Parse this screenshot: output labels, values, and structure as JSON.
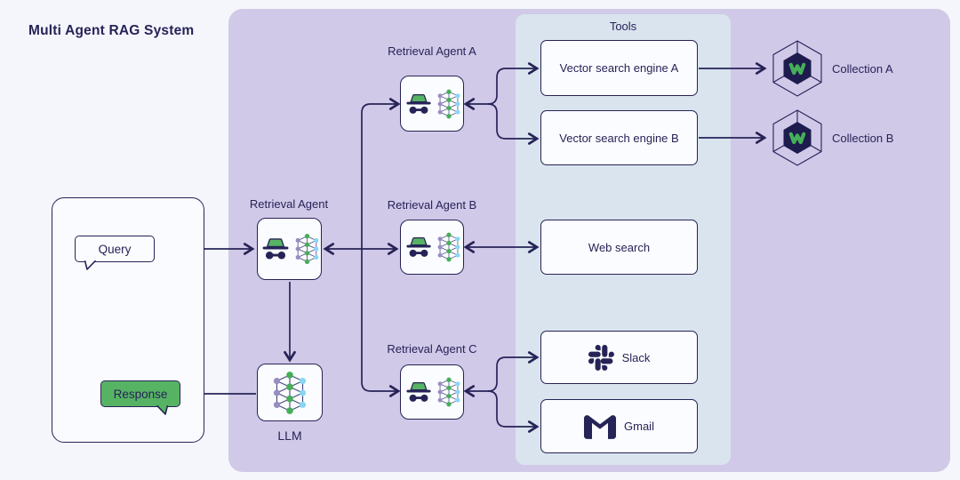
{
  "title": "Multi Agent RAG System",
  "colors": {
    "navy": "#262357",
    "panel-purple": "#d1c9e8",
    "panel-tools": "#d9e4ee",
    "box-fill": "#fbfcff",
    "background": "#f5f6fb",
    "green": "#57b364",
    "node-green": "#45ae59",
    "node-blue": "#85d7f2",
    "node-purple": "#968dc2"
  },
  "client_panel": {
    "query_label": "Query",
    "response_label": "Response"
  },
  "orchestrator": {
    "label": "Retrieval Agent"
  },
  "llm": {
    "label": "LLM"
  },
  "agents": [
    {
      "label": "Retrieval Agent A"
    },
    {
      "label": "Retrieval Agent B"
    },
    {
      "label": "Retrieval Agent C"
    }
  ],
  "tools_panel": {
    "title": "Tools",
    "items": [
      {
        "label": "Vector search engine A"
      },
      {
        "label": "Vector search engine B"
      },
      {
        "label": "Web search"
      },
      {
        "label": "Slack",
        "icon": "slack-icon"
      },
      {
        "label": "Gmail",
        "icon": "gmail-icon"
      }
    ]
  },
  "collections": [
    {
      "label": "Collection A",
      "icon": "qdrant-hexagon-icon"
    },
    {
      "label": "Collection B",
      "icon": "qdrant-hexagon-icon"
    }
  ],
  "icons": {
    "agent": "incognito-hat-glasses",
    "llm": "neural-network",
    "slack": "slack-logo",
    "gmail": "gmail-m",
    "collection": "qdrant-hexagon"
  }
}
